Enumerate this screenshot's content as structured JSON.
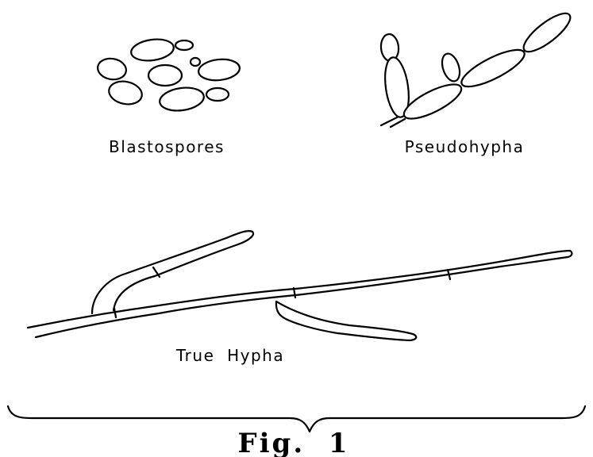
{
  "labels": {
    "blastospores": "Blastospores",
    "pseudohypha": "Pseudohypha",
    "true_hypha": "True  Hypha",
    "figure": "Fig.  1"
  }
}
